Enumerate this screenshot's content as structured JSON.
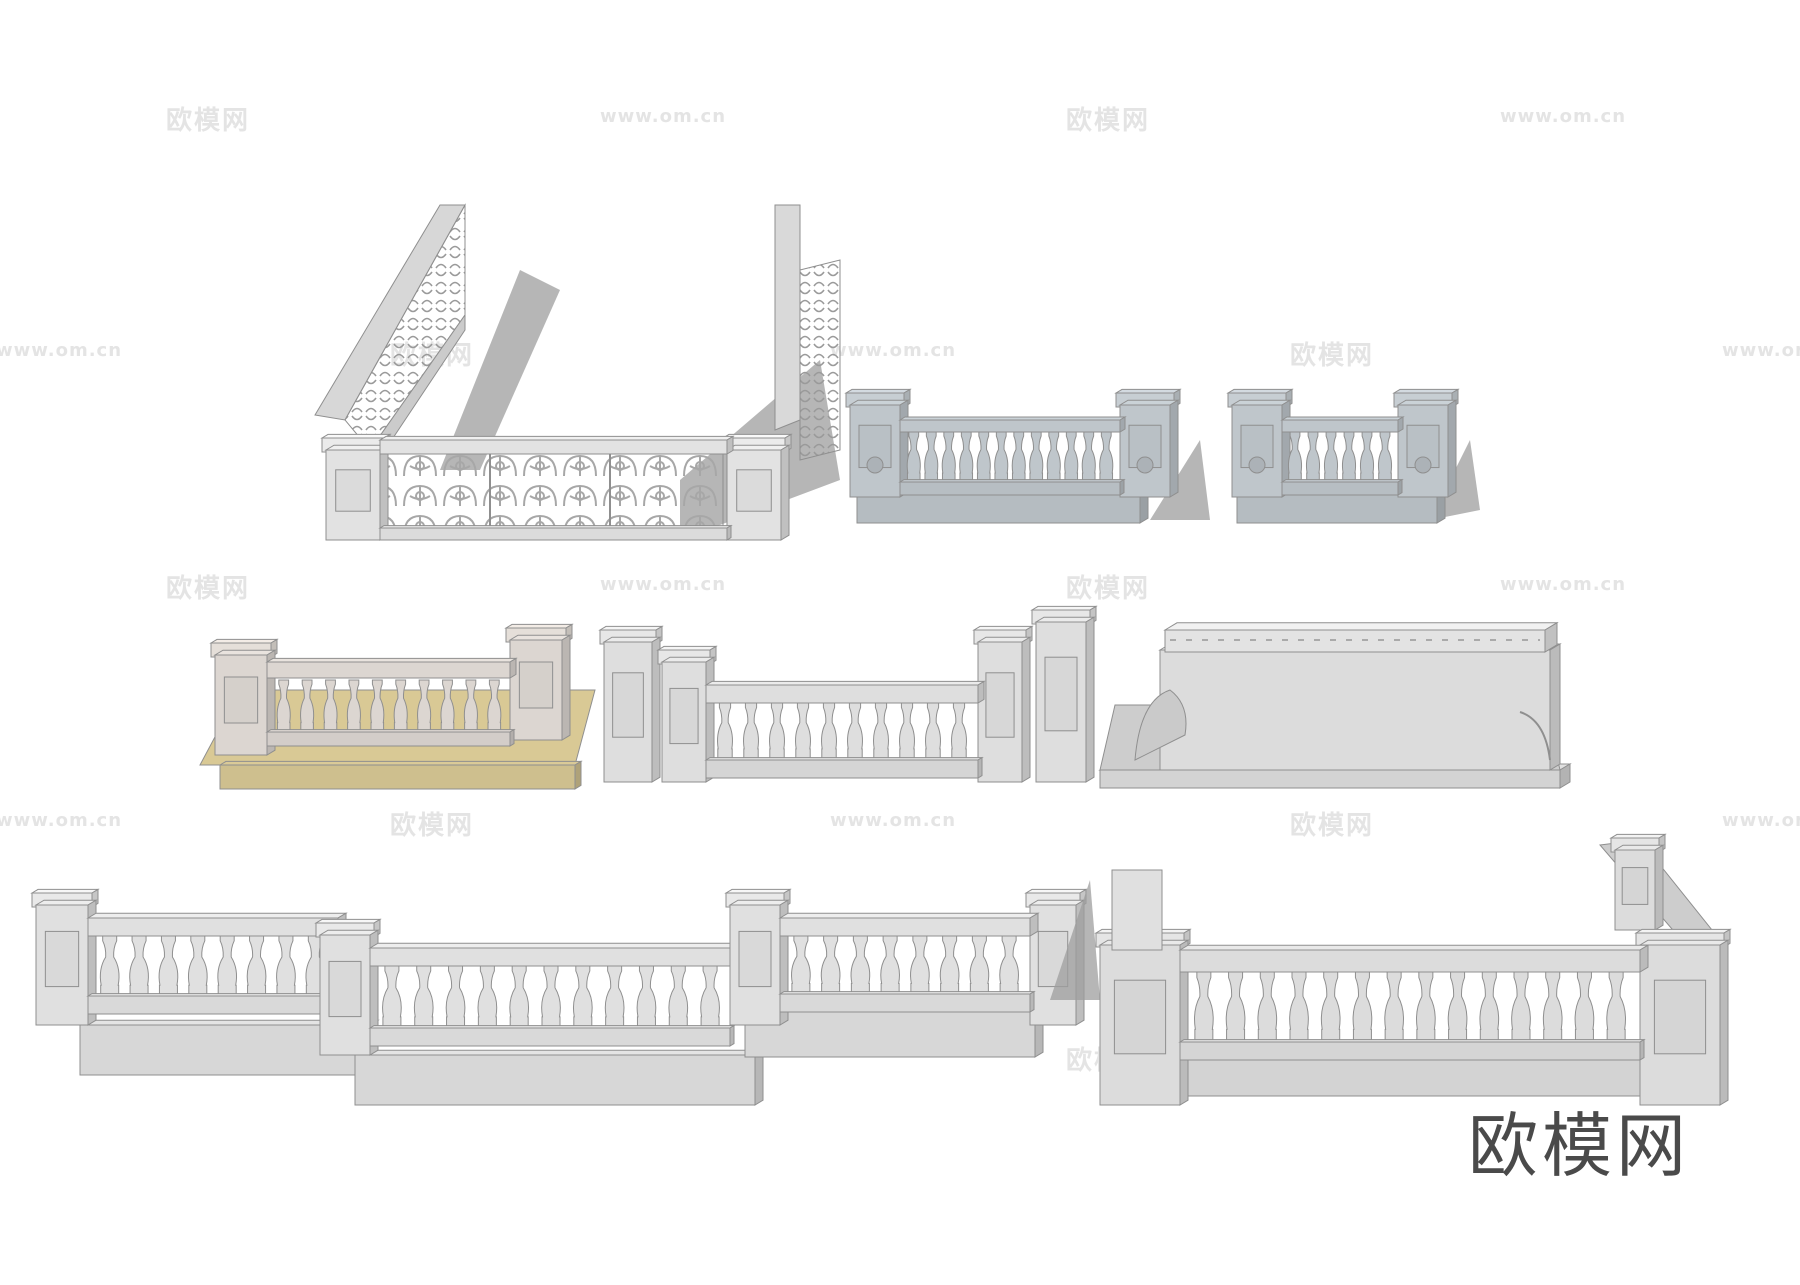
{
  "watermark": {
    "text": "欧模网",
    "url": "www.om.cn"
  },
  "brand_mark": "欧模网",
  "models": [
    {
      "name": "wrought-iron-panel-railing",
      "color": "#e2e2e2"
    },
    {
      "name": "grey-baluster-railing-long",
      "color": "#bfc6cb"
    },
    {
      "name": "grey-baluster-railing-short",
      "color": "#bfc6cb"
    },
    {
      "name": "beige-baluster-railing-on-sand-base",
      "color": "#dcd6d1",
      "base_color": "#d9c995"
    },
    {
      "name": "white-twin-post-baluster-railing",
      "color": "#dedede"
    },
    {
      "name": "white-carved-parapet-wall",
      "color": "#dcdcdc"
    },
    {
      "name": "white-long-stepped-baluster-railing",
      "color": "#e0e0e0"
    },
    {
      "name": "white-corner-baluster-railing",
      "color": "#dcdcdc"
    }
  ]
}
